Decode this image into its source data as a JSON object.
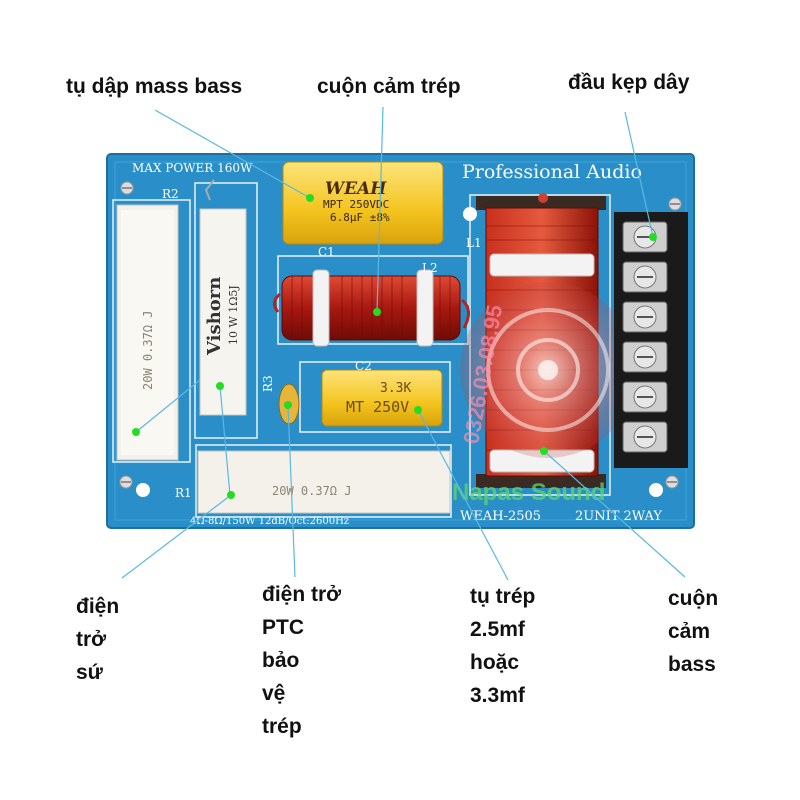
{
  "callouts": {
    "mass_cap": "tụ dập mass bass",
    "tweeter_coil": "cuộn cảm trép",
    "terminal": "đầu kẹp dây",
    "ceramic_resistor": [
      "điện",
      "trở",
      "sứ"
    ],
    "ptc_resistor": [
      "điện trở",
      "PTC",
      "bảo",
      "vệ",
      "trép"
    ],
    "tweeter_cap": [
      "tụ trép",
      "2.5mf",
      "hoặc",
      "3.3mf"
    ],
    "bass_coil": [
      "cuộn",
      "cảm",
      "bass"
    ]
  },
  "board": {
    "max_power": "MAX POWER 160W",
    "brand": "Professional Audio",
    "model": "WEAH-2505",
    "unit": "2UNIT 2WAY",
    "bottom_spec": "4Ω-8Ω/150W    12dB/Oct:2600Hz",
    "ref_r2": "R2",
    "ref_r1": "R1",
    "ref_r3": "R3",
    "ref_c1": "C1",
    "ref_c2": "C2",
    "ref_l1": "L1",
    "ref_l2": "L2"
  },
  "components": {
    "cap1_brand": "WEAH",
    "cap1_rating": "MPT 250VDC",
    "cap1_value": "6.8μF ±8%",
    "cap2_value": "3.3K",
    "cap2_rating": "MT 250V",
    "r_tall_brand": "Vishorn",
    "r_tall_value": "10 W 1Ω5J",
    "r_left_value": "20W 0.37Ω J",
    "r_bottom_value": "20W 0.37Ω J"
  },
  "watermark": {
    "phone": "0326.03.08.95",
    "shop": "Napas Sound"
  },
  "colors": {
    "pcb": "#2a8fc9",
    "coil_copper": "#c0281e",
    "capacitor": "#f5cc2a",
    "marker": "#22dd22",
    "leader": "#5bb8e0"
  }
}
